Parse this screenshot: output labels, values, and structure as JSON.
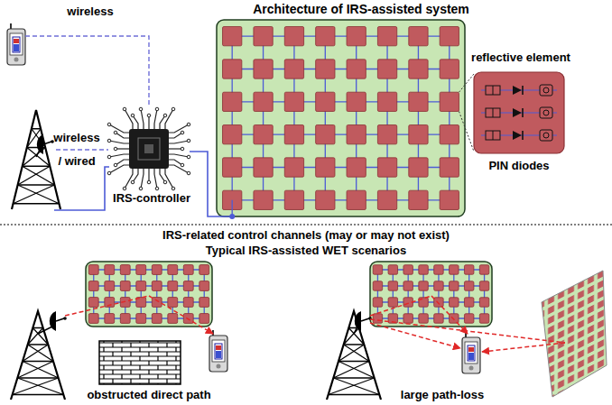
{
  "diagram": {
    "title": "Architecture of IRS-assisted system",
    "nodes": [
      {
        "text": [
          "IRS-controller"
        ]
      },
      {
        "text": [
          "reflective element"
        ]
      }
    ],
    "labels": [
      "wireless",
      "wireless / wired",
      "PIN diodes",
      "IRS-related control channels (may or may not exist)",
      "Typical IRS-assisted WET scenarios",
      "obstructed direct path",
      "large path-loss"
    ]
  }
}
